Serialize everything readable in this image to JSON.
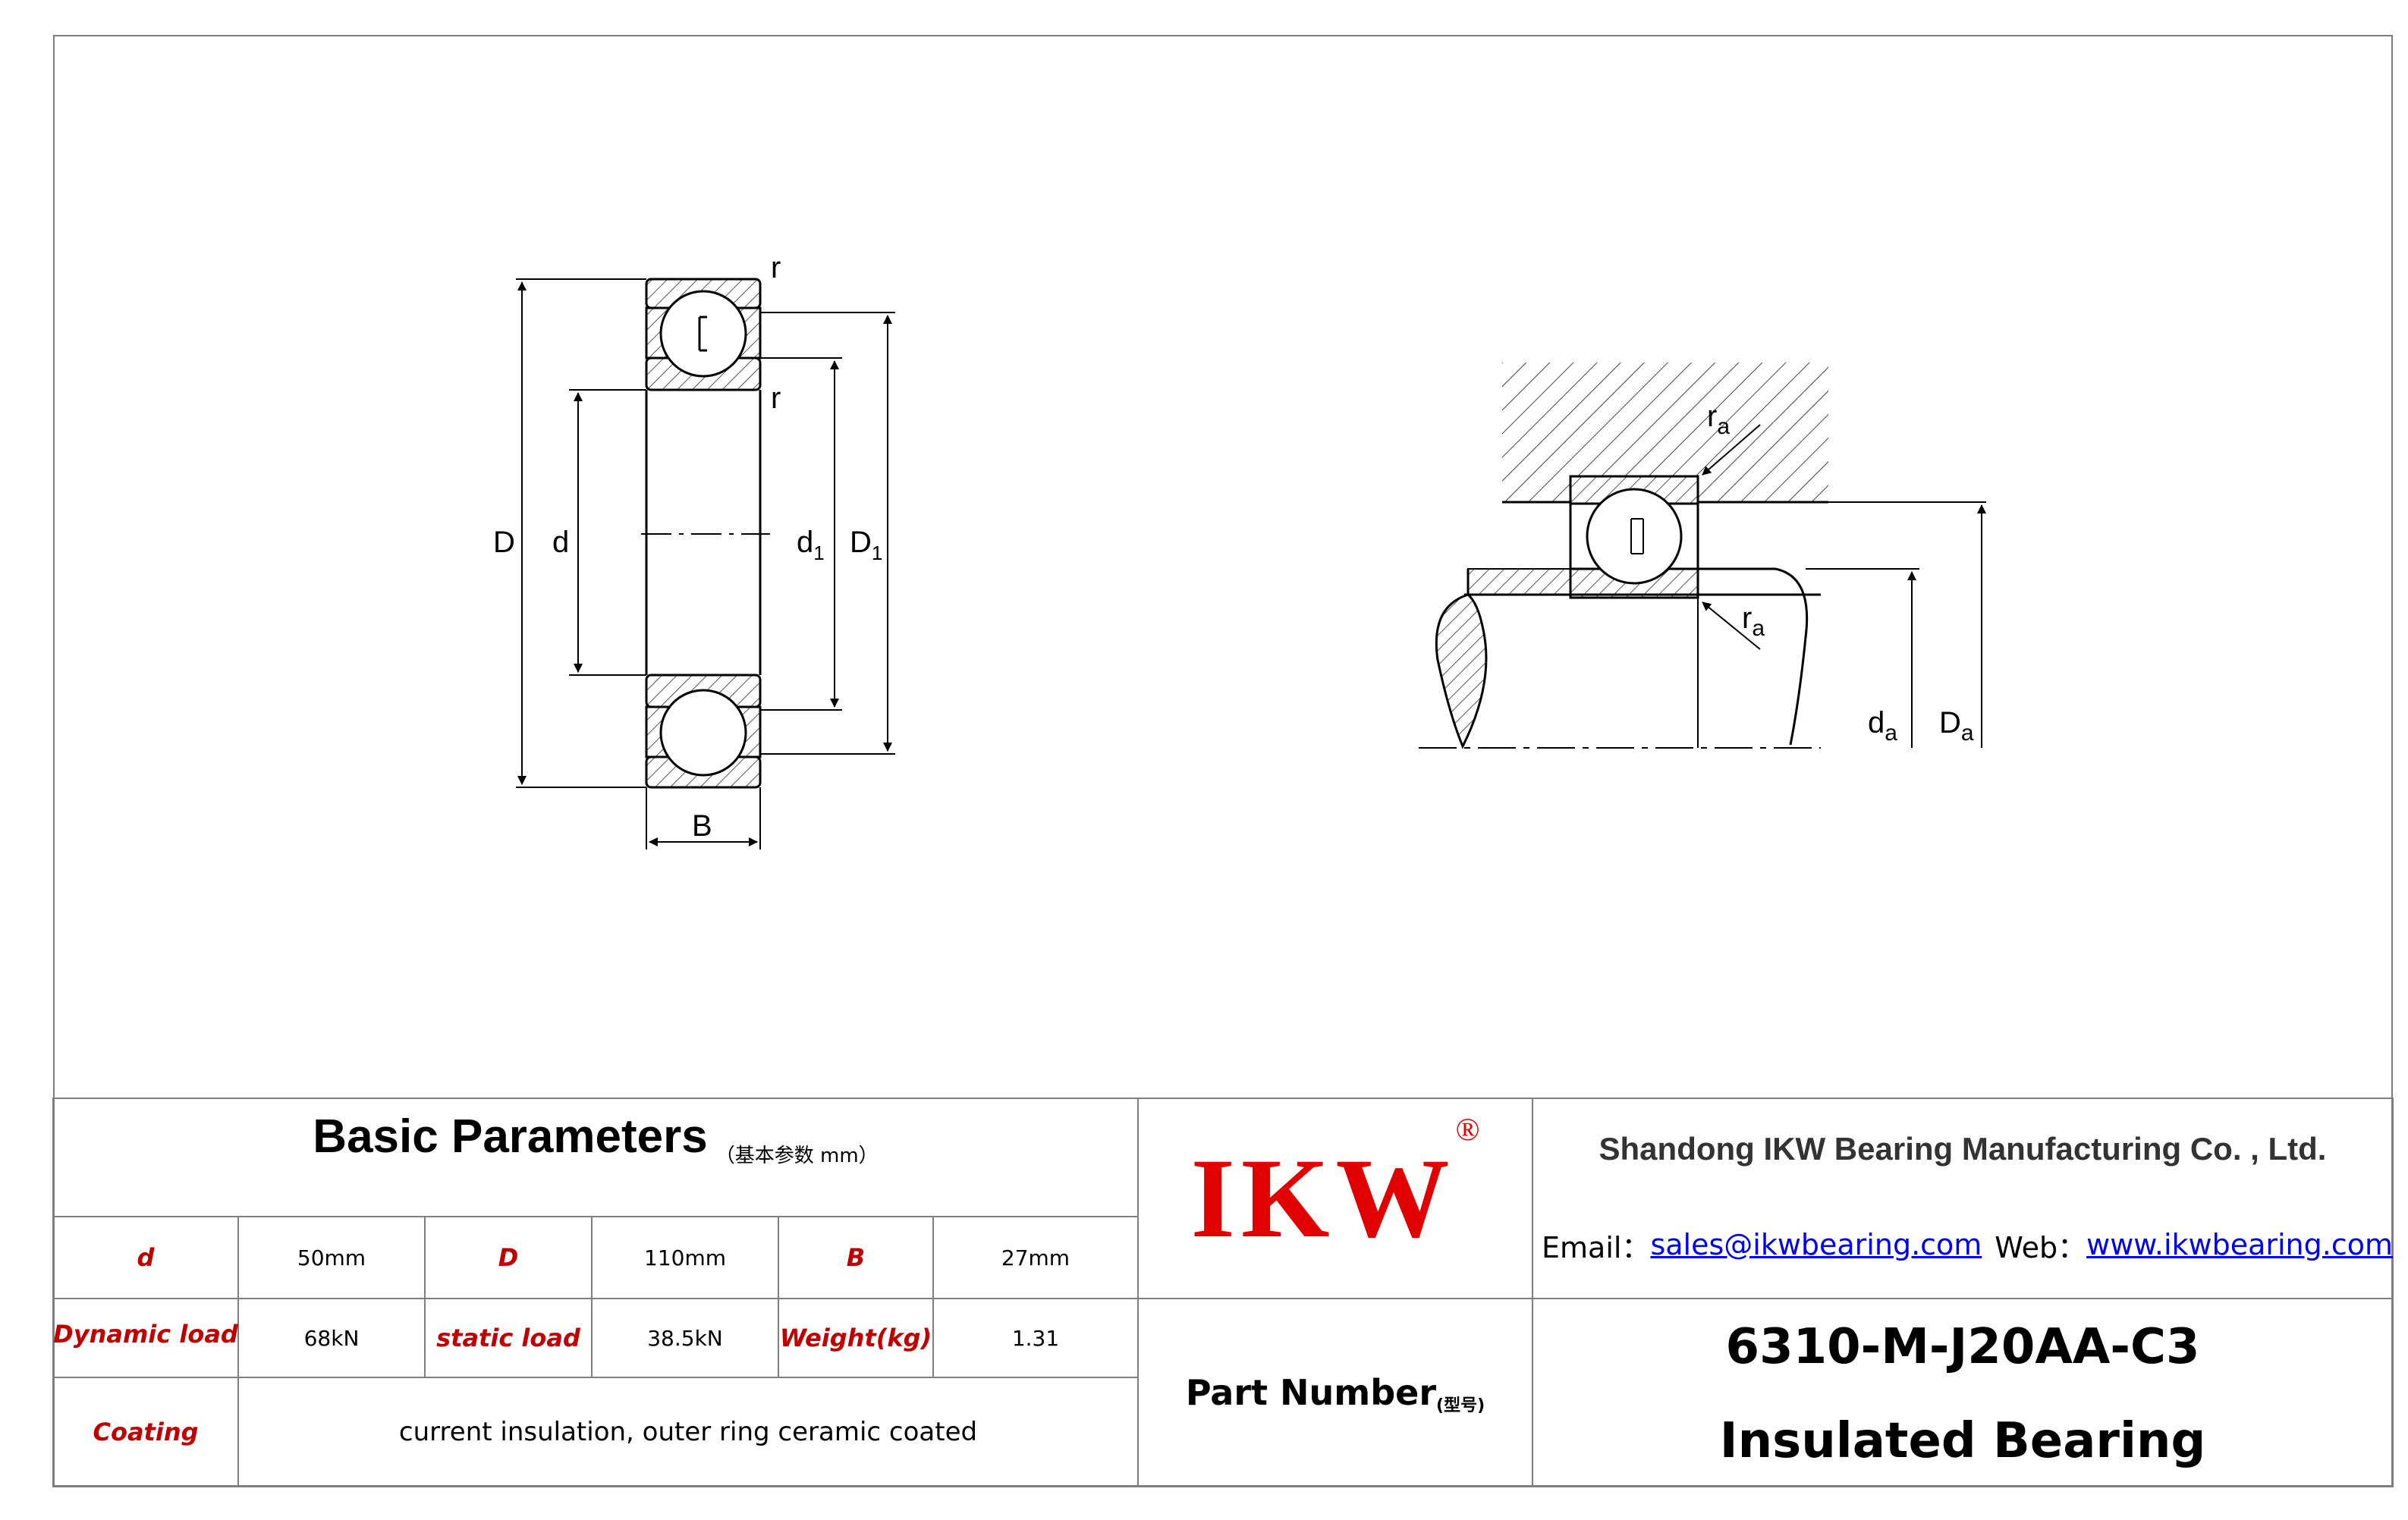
{
  "basic_parameters": {
    "title": "Basic Parameters",
    "subtitle": "（基本参数 mm）",
    "rows": [
      [
        {
          "label": "d",
          "value": "50mm"
        },
        {
          "label": "D",
          "value": "110mm"
        },
        {
          "label": "B",
          "value": "27mm"
        }
      ],
      [
        {
          "label": "Dynamic load",
          "value": "68kN"
        },
        {
          "label": "static load",
          "value": "38.5kN"
        },
        {
          "label": "Weight(kg)",
          "value": "1.31"
        }
      ]
    ],
    "coating": {
      "label": "Coating",
      "value": "current insulation, outer ring ceramic coated"
    }
  },
  "logo": {
    "text": "IKW",
    "registered": "®"
  },
  "company": {
    "name": "Shandong IKW Bearing Manufacturing Co. , Ltd.",
    "email_label": "Email：",
    "email": "sales@ikwbearing.com",
    "web_label": "Web：",
    "web": "www.ikwbearing.com"
  },
  "part": {
    "label": "Part Number",
    "label_sub": "(型号)",
    "number": "6310-M-J20AA-C3",
    "type": "Insulated Bearing"
  },
  "drawing_labels": {
    "D": "D",
    "d": "d",
    "d1": "d",
    "d1_sub": "1",
    "D1": "D",
    "D1_sub": "1",
    "B": "B",
    "r": "r",
    "ra": "r",
    "ra_sub": "a",
    "da": "d",
    "da_sub": "a",
    "Da": "D",
    "Da_sub": "a"
  },
  "colors": {
    "logo_red": "#e00000",
    "label_red": "#c00000",
    "link_blue": "#0000ee",
    "line_gray": "#7f7f7f"
  }
}
